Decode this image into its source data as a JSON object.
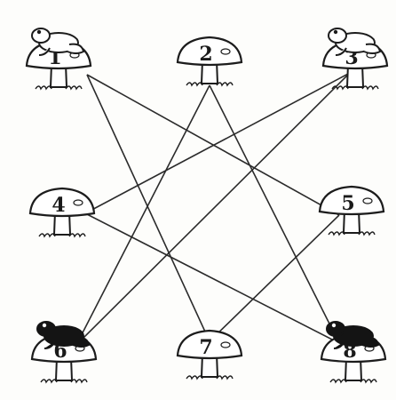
{
  "puzzle": {
    "pads": [
      {
        "id": 1,
        "label": "1",
        "frog": "white"
      },
      {
        "id": 2,
        "label": "2",
        "frog": "none"
      },
      {
        "id": 3,
        "label": "3",
        "frog": "white"
      },
      {
        "id": 4,
        "label": "4",
        "frog": "none"
      },
      {
        "id": 5,
        "label": "5",
        "frog": "none"
      },
      {
        "id": 6,
        "label": "6",
        "frog": "black"
      },
      {
        "id": 7,
        "label": "7",
        "frog": "none"
      },
      {
        "id": 8,
        "label": "8",
        "frog": "black"
      }
    ],
    "connections": [
      [
        1,
        5
      ],
      [
        1,
        7
      ],
      [
        2,
        6
      ],
      [
        2,
        8
      ],
      [
        3,
        4
      ],
      [
        3,
        6
      ],
      [
        4,
        8
      ],
      [
        5,
        7
      ]
    ],
    "colors": {
      "line": "#2b2b2b",
      "ink": "#1c1c1c",
      "paper": "#fdfdfb"
    }
  }
}
